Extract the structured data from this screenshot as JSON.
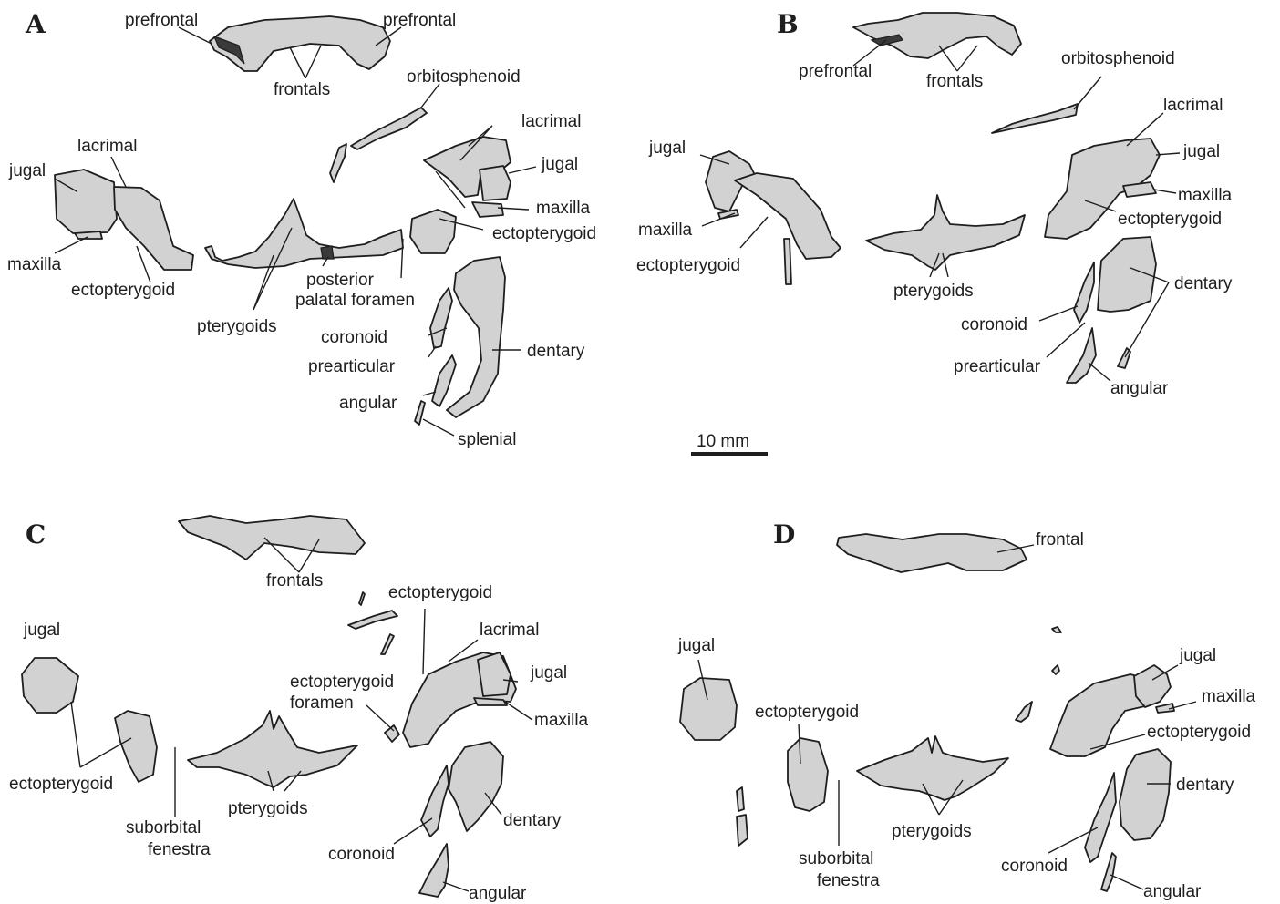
{
  "panels": {
    "A": {
      "letter": "A",
      "labels": {
        "prefrontal_left": "prefrontal",
        "prefrontal_right": "prefrontal",
        "frontals": "frontals",
        "orbitosphenoid": "orbitosphenoid",
        "lacrimal_right": "lacrimal",
        "lacrimal_left": "lacrimal",
        "jugal_left": "jugal",
        "jugal_right": "jugal",
        "maxilla_right": "maxilla",
        "maxilla_left": "maxilla",
        "ectopterygoid_right": "ectopterygoid",
        "ectopterygoid_left": "ectopterygoid",
        "posterior_line1": "posterior",
        "posterior_line2": "palatal foramen",
        "pterygoids": "pterygoids",
        "coronoid": "coronoid",
        "dentary": "dentary",
        "prearticular": "prearticular",
        "angular": "angular",
        "splenial": "splenial"
      }
    },
    "B": {
      "letter": "B",
      "labels": {
        "prefrontal": "prefrontal",
        "frontals": "frontals",
        "orbitosphenoid": "orbitosphenoid",
        "lacrimal": "lacrimal",
        "jugal_left": "jugal",
        "jugal_right": "jugal",
        "maxilla_right": "maxilla",
        "maxilla_left": "maxilla",
        "ectopterygoid_right": "ectopterygoid",
        "ectopterygoid_left": "ectopterygoid",
        "pterygoids": "pterygoids",
        "dentary": "dentary",
        "coronoid": "coronoid",
        "prearticular": "prearticular",
        "angular": "angular"
      }
    },
    "C": {
      "letter": "C",
      "labels": {
        "frontals": "frontals",
        "ectopterygoid_top": "ectopterygoid",
        "lacrimal": "lacrimal",
        "jugal_left": "jugal",
        "jugal_right": "jugal",
        "ecto_foramen_line1": "ectopterygoid",
        "ecto_foramen_line2": "foramen",
        "maxilla": "maxilla",
        "ectopterygoid_left": "ectopterygoid",
        "suborbital_line1": "suborbital",
        "suborbital_line2": "fenestra",
        "pterygoids": "pterygoids",
        "dentary": "dentary",
        "coronoid": "coronoid",
        "angular": "angular"
      }
    },
    "D": {
      "letter": "D",
      "labels": {
        "frontal": "frontal",
        "jugal_left": "jugal",
        "jugal_right": "jugal",
        "maxilla": "maxilla",
        "ectopterygoid_left": "ectopterygoid",
        "ectopterygoid_right": "ectopterygoid",
        "dentary": "dentary",
        "suborbital_line1": "suborbital",
        "suborbital_line2": "fenestra",
        "pterygoids": "pterygoids",
        "coronoid": "coronoid",
        "angular": "angular"
      }
    }
  },
  "scale_bar": {
    "label": "10 mm"
  },
  "colors": {
    "bone_fill": "#d2d2d2",
    "outline": "#1e1e1e",
    "background": "#ffffff"
  }
}
